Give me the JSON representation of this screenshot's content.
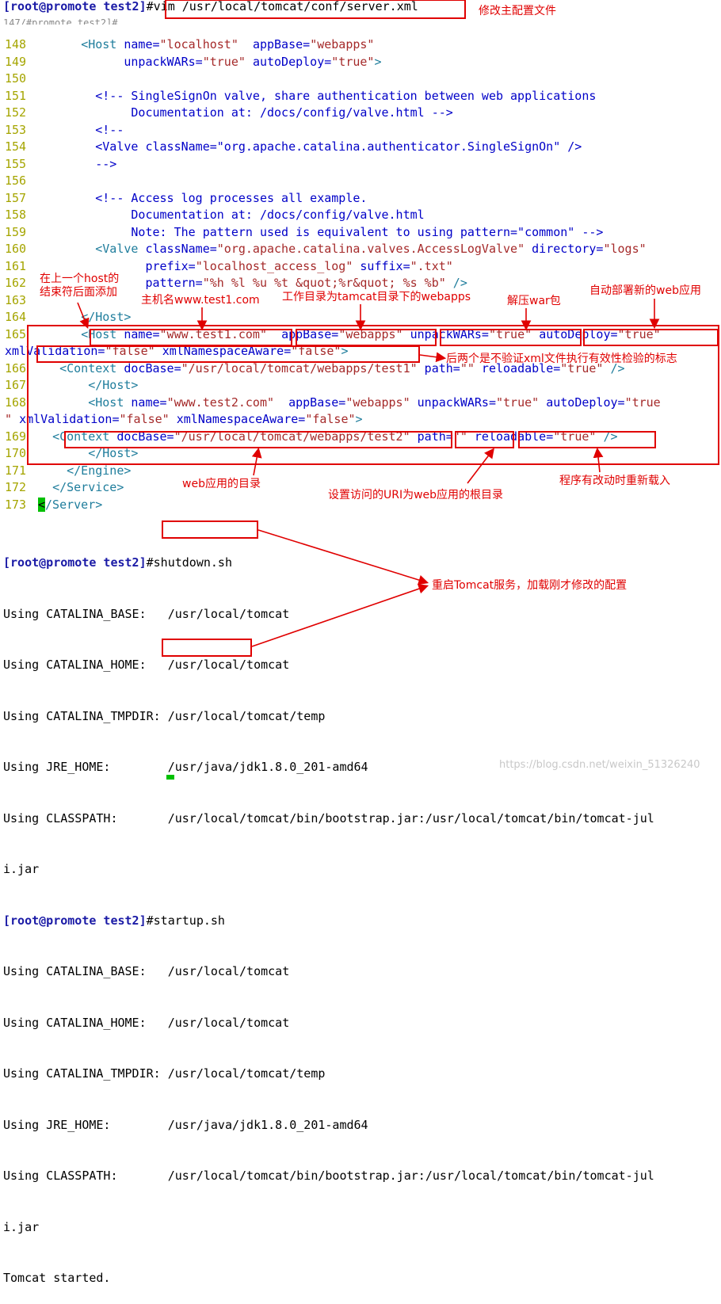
{
  "top": {
    "prompt": "[root@promote test2]",
    "command": "#vim /usr/local/tomcat/conf/server.xml",
    "annotation": "修改主配置文件",
    "scroll_hint": "147/#promote test2]#"
  },
  "editor": {
    "lines": [
      {
        "n": "148",
        "parts": [
          [
            "t",
            "      "
          ],
          [
            "tag",
            "<Host "
          ],
          [
            "attr",
            "name="
          ],
          [
            "val",
            "\"localhost\""
          ],
          [
            "t",
            "  "
          ],
          [
            "attr",
            "appBase="
          ],
          [
            "val",
            "\"webapps\""
          ]
        ]
      },
      {
        "n": "149",
        "parts": [
          [
            "t",
            "            "
          ],
          [
            "attr",
            "unpackWARs="
          ],
          [
            "val",
            "\"true\""
          ],
          [
            "t",
            " "
          ],
          [
            "attr",
            "autoDeploy="
          ],
          [
            "val",
            "\"true\""
          ],
          [
            "tag",
            ">"
          ]
        ]
      },
      {
        "n": "150",
        "parts": []
      },
      {
        "n": "151",
        "parts": [
          [
            "cm",
            "        <!-- SingleSignOn valve, share authentication between web applications"
          ]
        ]
      },
      {
        "n": "152",
        "parts": [
          [
            "cm",
            "             Documentation at: /docs/config/valve.html -->"
          ]
        ]
      },
      {
        "n": "153",
        "parts": [
          [
            "cm",
            "        <!--"
          ]
        ]
      },
      {
        "n": "154",
        "parts": [
          [
            "cm",
            "        <Valve className=\"org.apache.catalina.authenticator.SingleSignOn\" />"
          ]
        ]
      },
      {
        "n": "155",
        "parts": [
          [
            "cm",
            "        -->"
          ]
        ]
      },
      {
        "n": "156",
        "parts": []
      },
      {
        "n": "157",
        "parts": [
          [
            "cm",
            "        <!-- Access log processes all example."
          ]
        ]
      },
      {
        "n": "158",
        "parts": [
          [
            "cm",
            "             Documentation at: /docs/config/valve.html"
          ]
        ]
      },
      {
        "n": "159",
        "parts": [
          [
            "cm",
            "             Note: The pattern used is equivalent to using pattern=\"common\" -->"
          ]
        ]
      },
      {
        "n": "160",
        "parts": [
          [
            "t",
            "        "
          ],
          [
            "tag",
            "<Valve "
          ],
          [
            "attr",
            "className="
          ],
          [
            "val",
            "\"org.apache.catalina.valves.AccessLogValve\""
          ],
          [
            "t",
            " "
          ],
          [
            "attr",
            "directory="
          ],
          [
            "val",
            "\"logs\""
          ]
        ]
      },
      {
        "n": "161",
        "parts": [
          [
            "t",
            "               "
          ],
          [
            "attr",
            "prefix="
          ],
          [
            "val",
            "\"localhost_access_log\""
          ],
          [
            "t",
            " "
          ],
          [
            "attr",
            "suffix="
          ],
          [
            "val",
            "\".txt\""
          ]
        ]
      },
      {
        "n": "162",
        "parts": [
          [
            "t",
            "               "
          ],
          [
            "attr",
            "pattern="
          ],
          [
            "val",
            "\"%h %l %u %t &quot;%r&quot; %s %b\""
          ],
          [
            "t",
            " "
          ],
          [
            "tag",
            "/>"
          ]
        ]
      },
      {
        "n": "163",
        "parts": []
      },
      {
        "n": "164",
        "parts": [
          [
            "t",
            "      "
          ],
          [
            "tag",
            "</Host>"
          ]
        ]
      },
      {
        "n": "165",
        "parts": [
          [
            "t",
            "      "
          ],
          [
            "tag",
            "<Host "
          ],
          [
            "attr",
            "name="
          ],
          [
            "val",
            "\"www.test1.com\""
          ],
          [
            "t",
            "  "
          ],
          [
            "attr",
            "appBase="
          ],
          [
            "val",
            "\"webapps\""
          ],
          [
            "t",
            " "
          ],
          [
            "attr",
            "unpackWARs="
          ],
          [
            "val",
            "\"true\""
          ],
          [
            "t",
            " "
          ],
          [
            "attr",
            "autoDeploy="
          ],
          [
            "val",
            "\"true\""
          ]
        ]
      },
      {
        "n": "",
        "parts": [
          [
            "attr",
            "xmlValidation="
          ],
          [
            "val",
            "\"false\""
          ],
          [
            "t",
            " "
          ],
          [
            "attr",
            "xmlNamespaceAware="
          ],
          [
            "val",
            "\"false\""
          ],
          [
            "tag",
            ">"
          ]
        ]
      },
      {
        "n": "166",
        "parts": [
          [
            "t",
            "   "
          ],
          [
            "tag",
            "<Context "
          ],
          [
            "attr",
            "docBase="
          ],
          [
            "val",
            "\"/usr/local/tomcat/webapps/test1\""
          ],
          [
            "t",
            " "
          ],
          [
            "attr",
            "path="
          ],
          [
            "val",
            "\"\""
          ],
          [
            "t",
            " "
          ],
          [
            "attr",
            "reloadable="
          ],
          [
            "val",
            "\"true\""
          ],
          [
            "t",
            " "
          ],
          [
            "tag",
            "/>"
          ]
        ]
      },
      {
        "n": "167",
        "parts": [
          [
            "t",
            "       "
          ],
          [
            "tag",
            "</Host>"
          ]
        ]
      },
      {
        "n": "168",
        "parts": [
          [
            "t",
            "       "
          ],
          [
            "tag",
            "<Host "
          ],
          [
            "attr",
            "name="
          ],
          [
            "val",
            "\"www.test2.com\""
          ],
          [
            "t",
            "  "
          ],
          [
            "attr",
            "appBase="
          ],
          [
            "val",
            "\"webapps\""
          ],
          [
            "t",
            " "
          ],
          [
            "attr",
            "unpackWARs="
          ],
          [
            "val",
            "\"true\""
          ],
          [
            "t",
            " "
          ],
          [
            "attr",
            "autoDeploy="
          ],
          [
            "val",
            "\"true"
          ]
        ]
      },
      {
        "n": "",
        "parts": [
          [
            "val",
            "\""
          ],
          [
            "t",
            " "
          ],
          [
            "attr",
            "xmlValidation="
          ],
          [
            "val",
            "\"false\""
          ],
          [
            "t",
            " "
          ],
          [
            "attr",
            "xmlNamespaceAware="
          ],
          [
            "val",
            "\"false\""
          ],
          [
            "tag",
            ">"
          ]
        ]
      },
      {
        "n": "169",
        "parts": [
          [
            "t",
            "  "
          ],
          [
            "tag",
            "<Context "
          ],
          [
            "attr",
            "docBase="
          ],
          [
            "val",
            "\"/usr/local/tomcat/webapps/test2\""
          ],
          [
            "t",
            " "
          ],
          [
            "attr",
            "path="
          ],
          [
            "val",
            "\"\""
          ],
          [
            "t",
            " "
          ],
          [
            "attr",
            "reloadable="
          ],
          [
            "val",
            "\"true\""
          ],
          [
            "t",
            " "
          ],
          [
            "tag",
            "/>"
          ]
        ]
      },
      {
        "n": "170",
        "parts": [
          [
            "t",
            "       "
          ],
          [
            "tag",
            "</Host>"
          ]
        ]
      },
      {
        "n": "171",
        "parts": [
          [
            "t",
            "    "
          ],
          [
            "tag",
            "</Engine>"
          ]
        ]
      },
      {
        "n": "172",
        "parts": [
          [
            "t",
            "  "
          ],
          [
            "tag",
            "</Service>"
          ]
        ]
      },
      {
        "n": "173",
        "parts": [
          [
            "cursor",
            "<"
          ],
          [
            "tag",
            "/Server>"
          ]
        ]
      }
    ]
  },
  "terminal": {
    "block1_prompt": "[root@promote test2]",
    "block1_cmd": "#shutdown.sh",
    "block2_prompt": "[root@promote test2]",
    "block2_cmd": "#startup.sh",
    "env_lines": [
      "Using CATALINA_BASE:   /usr/local/tomcat",
      "Using CATALINA_HOME:   /usr/local/tomcat",
      "Using CATALINA_TMPDIR: /usr/local/tomcat/temp",
      "Using JRE_HOME:        /usr/java/jdk1.8.0_201-amd64",
      "Using CLASSPATH:       /usr/local/tomcat/bin/bootstrap.jar:/usr/local/tomcat/bin/tomcat-jul",
      "i.jar"
    ],
    "final": "Tomcat started."
  },
  "annotations": {
    "add_after_host": "在上一个host的\n结束符后面添加",
    "host_name": "主机名www.test1.com",
    "work_dir": "工作目录为tamcat目录下的webapps",
    "unpack_war": "解压war包",
    "auto_deploy": "自动部署新的web应用",
    "no_validation": "后两个是不验证xml文件执行有效性检验的标志",
    "web_dir": "web应用的目录",
    "root_uri": "设置访问的URI为web应用的根目录",
    "reload": "程序有改动时重新载入",
    "restart": "重启Tomcat服务，加载刚才修改的配置"
  },
  "watermark": "https://blog.csdn.net/weixin_51326240",
  "colors": {
    "accent_red": "#e00000",
    "prompt_blue": "#1a1aa6",
    "line_number": "#a5a500"
  }
}
